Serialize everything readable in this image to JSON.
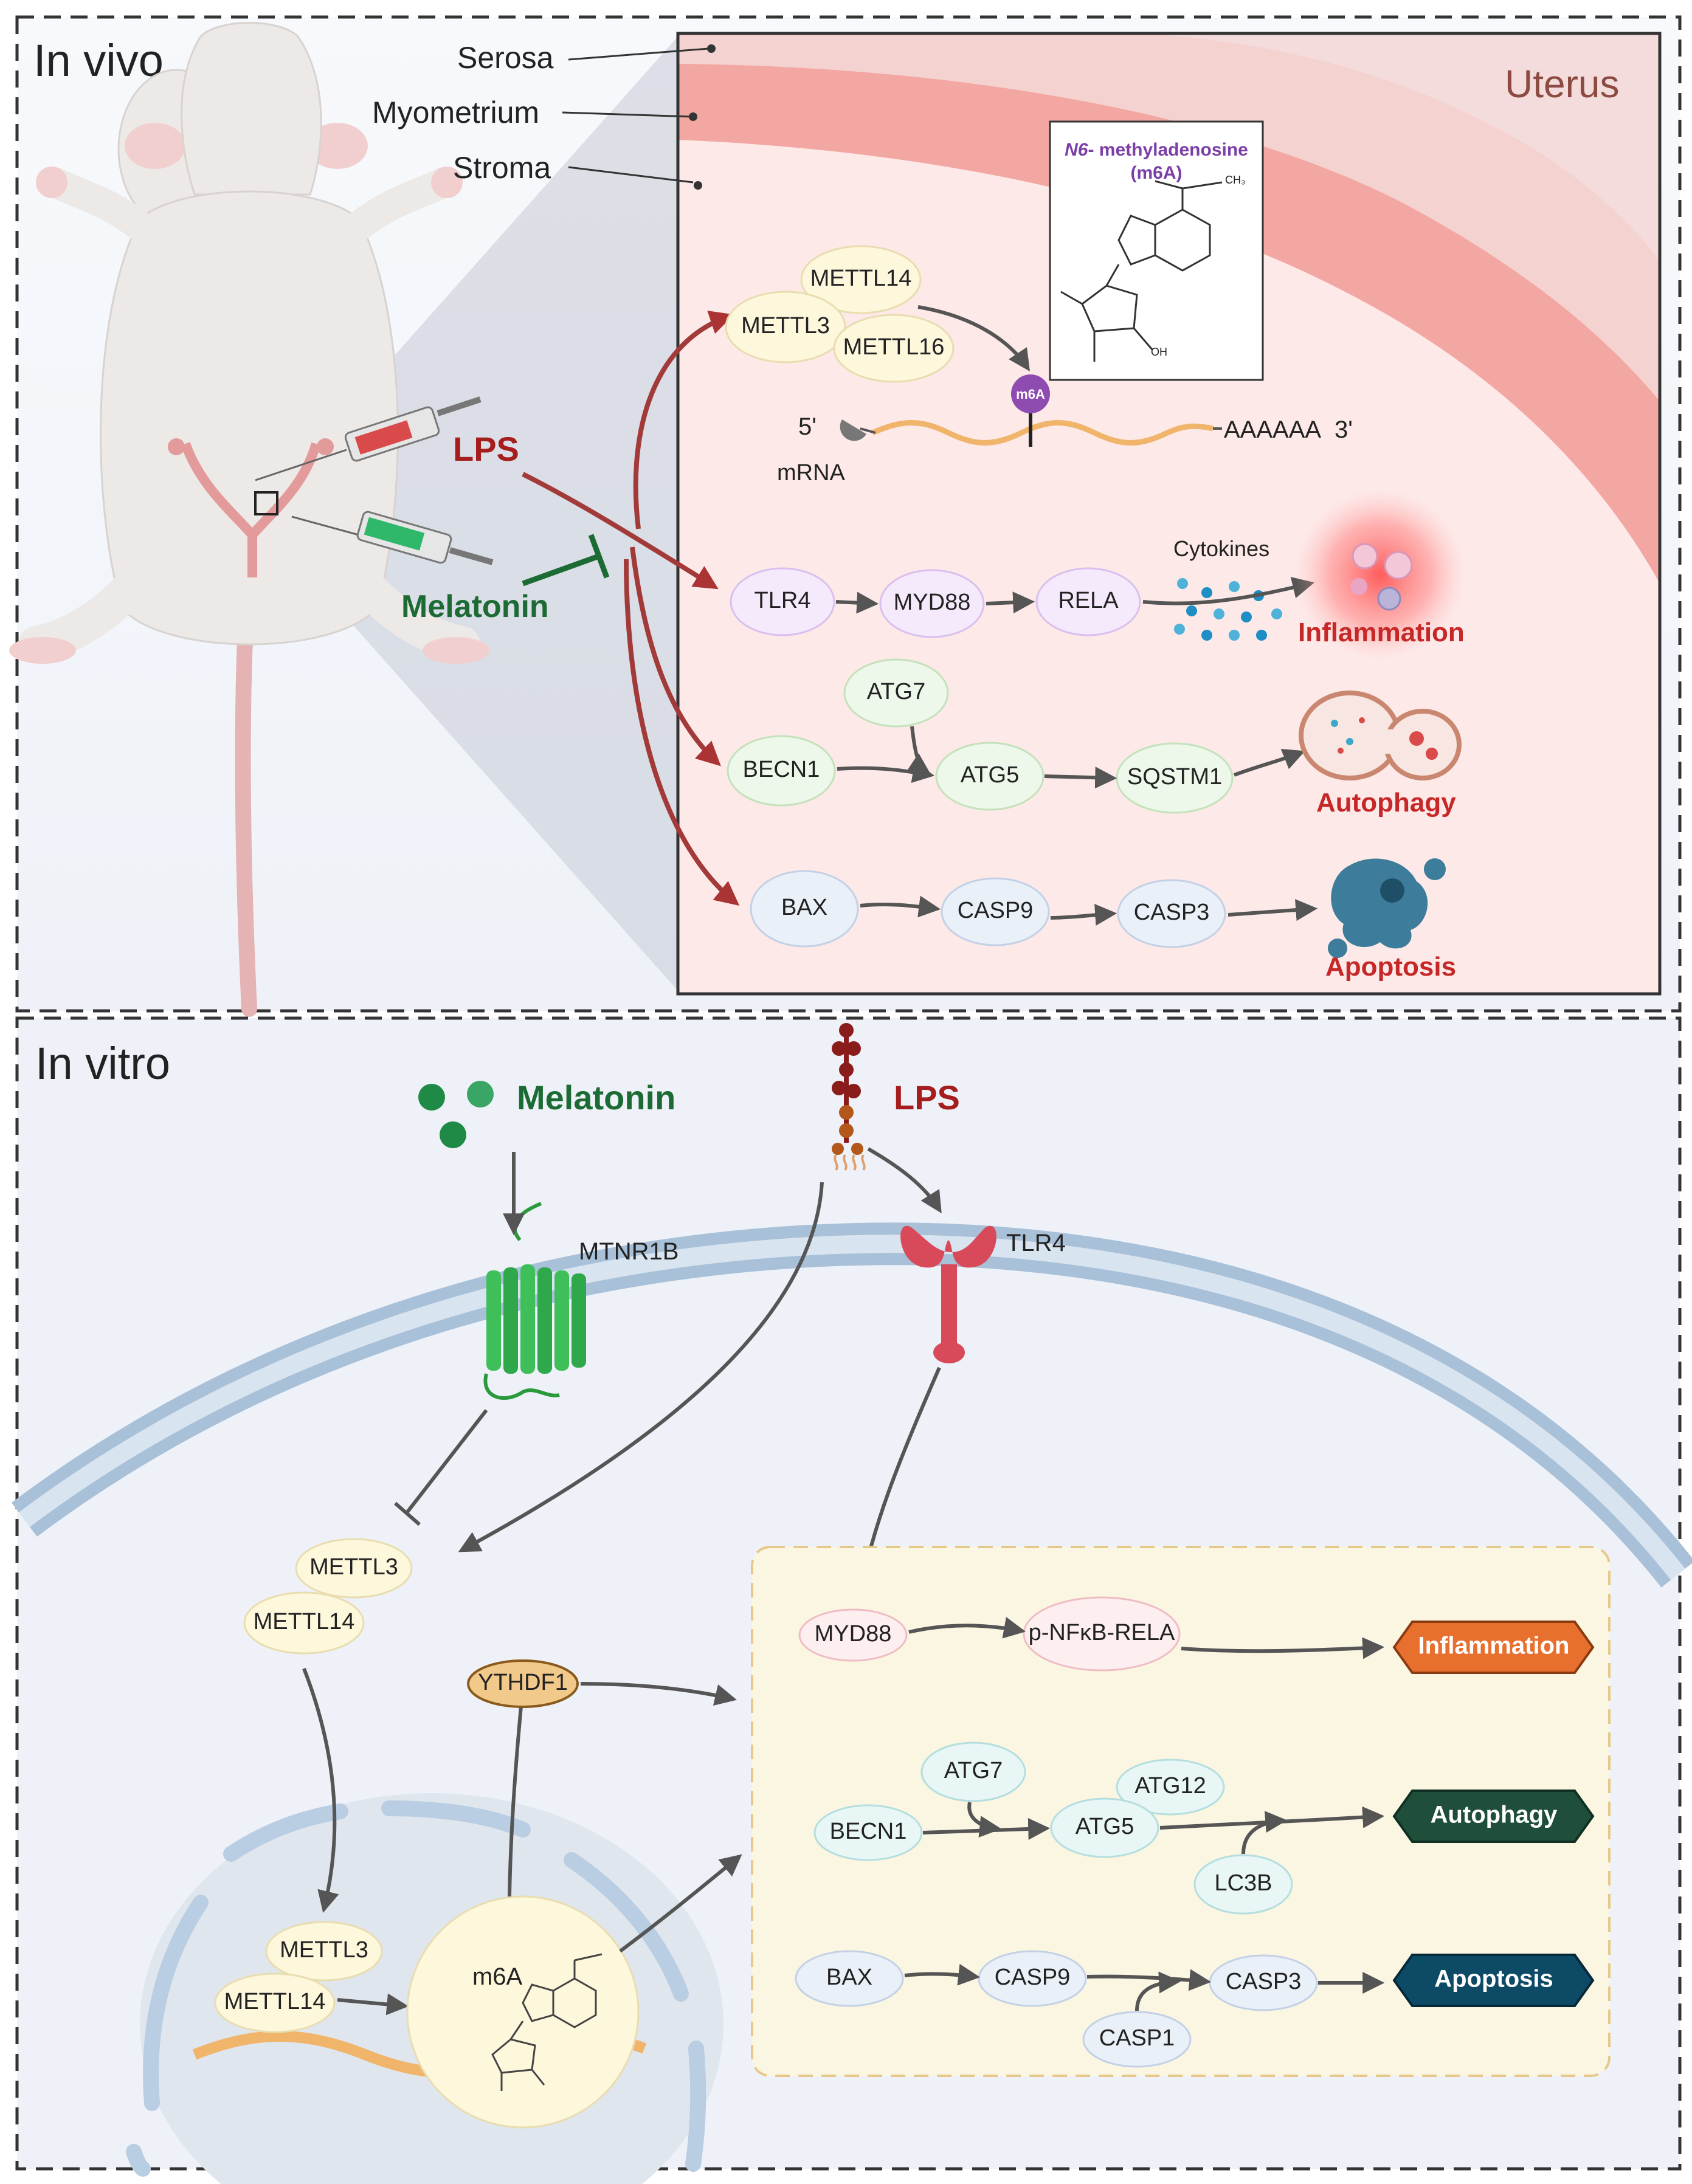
{
  "panels": {
    "in_vivo_label": "In vivo",
    "in_vitro_label": "In vitro"
  },
  "uterus": {
    "title": "Uterus",
    "layers": [
      "Serosa",
      "Myometrium",
      "Stroma"
    ]
  },
  "m6a_box": {
    "title_italic": "N6",
    "title_rest": "- methyladenosine",
    "subtitle": "(m6A)",
    "atom_oh": "OH",
    "atom_ch3": "CH₃"
  },
  "in_vivo": {
    "lps": "LPS",
    "melatonin": "Melatonin",
    "writers": [
      "METTL14",
      "METTL3",
      "METTL16"
    ],
    "m6a_badge": "m6A",
    "mrna": {
      "five_prime": "5'",
      "label": "mRNA",
      "tail": "AAAAAA",
      "three_prime": "3'"
    },
    "inflammation_path": [
      "TLR4",
      "MYD88",
      "RELA"
    ],
    "cytokines": "Cytokines",
    "inflammation": "Inflammation",
    "autophagy_path": {
      "becn1": "BECN1",
      "atg7": "ATG7",
      "atg5": "ATG5",
      "sqstm1": "SQSTM1"
    },
    "autophagy": "Autophagy",
    "apoptosis_path": [
      "BAX",
      "CASP9",
      "CASP3"
    ],
    "apoptosis": "Apoptosis"
  },
  "in_vitro": {
    "melatonin": "Melatonin",
    "lps": "LPS",
    "mtnr1b": "MTNR1B",
    "tlr4": "TLR4",
    "cyto_writers": [
      "METTL3",
      "METTL14"
    ],
    "ythdf1": "YTHDF1",
    "nuc_writers": [
      "METTL3",
      "METTL14"
    ],
    "m6a": "m6A",
    "inflam": {
      "myd88": "MYD88",
      "nfkb": "p-NFκB-RELA",
      "outcome": "Inflammation"
    },
    "autoph": {
      "atg7": "ATG7",
      "atg12": "ATG12",
      "becn1": "BECN1",
      "atg5": "ATG5",
      "lc3b": "LC3B",
      "outcome": "Autophagy"
    },
    "apopt": {
      "bax": "BAX",
      "casp9": "CASP9",
      "casp3": "CASP3",
      "casp1": "CASP1",
      "outcome": "Apoptosis"
    }
  },
  "colors": {
    "lps_red": "#a51d1d",
    "melatonin_green": "#1d6b34",
    "outcome_red": "#c62828",
    "inflammation_orange": "#e06a2b",
    "autophagy_green": "#1f4f3a",
    "apoptosis_blue": "#0d4a66"
  }
}
